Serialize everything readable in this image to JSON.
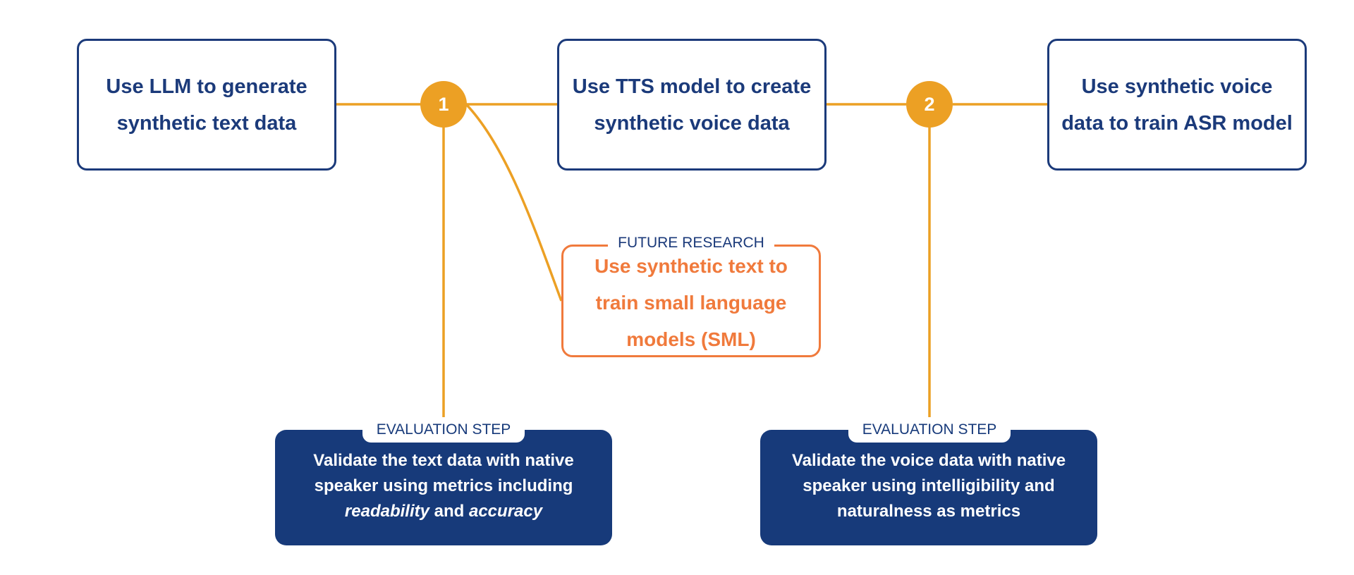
{
  "colors": {
    "navy": "#1b3a7a",
    "orange_line": "#eca024",
    "future_orange": "#f07a3c",
    "eval_fill": "#173a7a"
  },
  "steps": [
    {
      "line1": "Use LLM to generate",
      "line2": "synthetic text data"
    },
    {
      "line1": "Use TTS model to create",
      "line2": "synthetic voice data"
    },
    {
      "line1": "Use synthetic voice",
      "line2": "data to train ASR model"
    }
  ],
  "markers": [
    "1",
    "2"
  ],
  "future": {
    "tag": "FUTURE RESEARCH",
    "line1": "Use synthetic text to",
    "line2": "train small language",
    "line3": "models (SML)"
  },
  "evaluations": [
    {
      "tag": "EVALUATION STEP",
      "line1": "Validate the text data with native",
      "line2": "speaker using metrics including",
      "em1": "readability",
      "and": " and ",
      "em2": "accuracy"
    },
    {
      "tag": "EVALUATION STEP",
      "line1": "Validate the voice data with native",
      "line2": "speaker using intelligibility and",
      "line3": "naturalness as metrics"
    }
  ]
}
